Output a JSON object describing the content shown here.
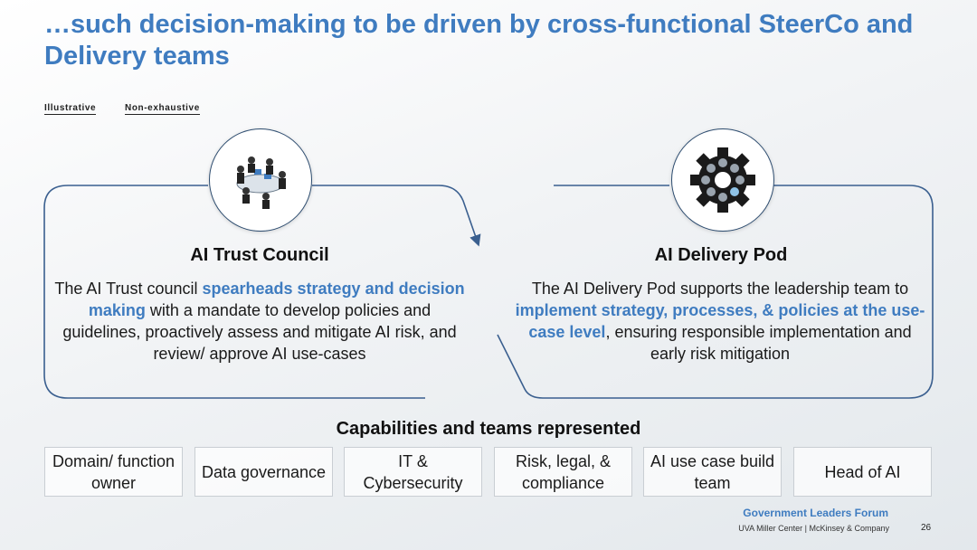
{
  "title": "…such decision-making to be driven by cross-functional SteerCo and Delivery teams",
  "tags": [
    "Illustrative",
    "Non-exhaustive"
  ],
  "icons": {
    "left": "meeting-people-icon",
    "right": "gear-icon"
  },
  "colors": {
    "accent": "#3f7cc0",
    "connector": "#3a5f8f",
    "dark": "#2e4d70"
  },
  "left_panel": {
    "title": "AI Trust Council",
    "text_pre": "The AI Trust council ",
    "text_highlight": "spearheads strategy and decision making",
    "text_post": " with a mandate to develop policies and guidelines, proactively assess and mitigate AI risk, and review/ approve AI use-cases"
  },
  "right_panel": {
    "title": "AI Delivery Pod",
    "text_pre": "The AI Delivery Pod supports the leadership team to ",
    "text_highlight": "implement strategy, processes, & policies at the use-case level",
    "text_post": ", ensuring responsible implementation and early risk mitigation"
  },
  "capabilities": {
    "title": "Capabilities and teams represented",
    "items": [
      "Domain/ function owner",
      "Data governance",
      "IT & Cybersecurity",
      "Risk, legal, & compliance",
      "AI use case build team",
      "Head of AI"
    ]
  },
  "footer": {
    "org": "Government Leaders Forum",
    "source": "UVA Miller Center | McKinsey & Company",
    "page": "26"
  }
}
